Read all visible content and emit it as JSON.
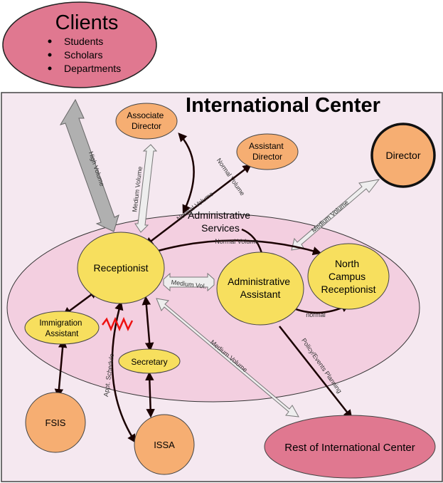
{
  "colors": {
    "outer_fill": "#f5e8f0",
    "admin_fill": "#f3cfe0",
    "pink": "#e07890",
    "yellow": "#f7df5e",
    "orange": "#f6ae72",
    "gray_arrow": "#b0b0b0",
    "light_arrow": "#eeeeee",
    "dark": "#1a0000",
    "zigzag": "#ee1111"
  },
  "clients": {
    "title": "Clients",
    "items": [
      "Students",
      "Scholars",
      "Departments"
    ]
  },
  "title": "International Center",
  "nodes": {
    "associate_director": [
      "Associate",
      "Director"
    ],
    "assistant_director": [
      "Assistant",
      "Director"
    ],
    "director": "Director",
    "admin_services": [
      "Administrative",
      "Services"
    ],
    "receptionist": "Receptionist",
    "administrative_assistant": [
      "Administrative",
      "Assistant"
    ],
    "north_campus_receptionist": [
      "North",
      "Campus",
      "Receptionist"
    ],
    "immigration_assistant": [
      "Immigration",
      "Assistant"
    ],
    "secretary": "Secretary",
    "fsis": "FSIS",
    "issa": "ISSA",
    "rest_of_center": "Rest of International Center"
  },
  "edges": {
    "high_volume": "High Volume",
    "medium_volume_assoc": "Medium Volume",
    "normal_volume_assoc": "Normal Volume",
    "normal_volume_asst": "Normal Volume",
    "medium_volume_director": "Medium Volume",
    "normal_volume_north": "Normal Volume",
    "medium_vol_admin": "Medium Vol.",
    "normal_admin_north": "normal",
    "policy_events": "Policy/Events Planning",
    "medium_volume_rest": "Medium Volume",
    "appt_schedule": "Appt. Schedule"
  }
}
